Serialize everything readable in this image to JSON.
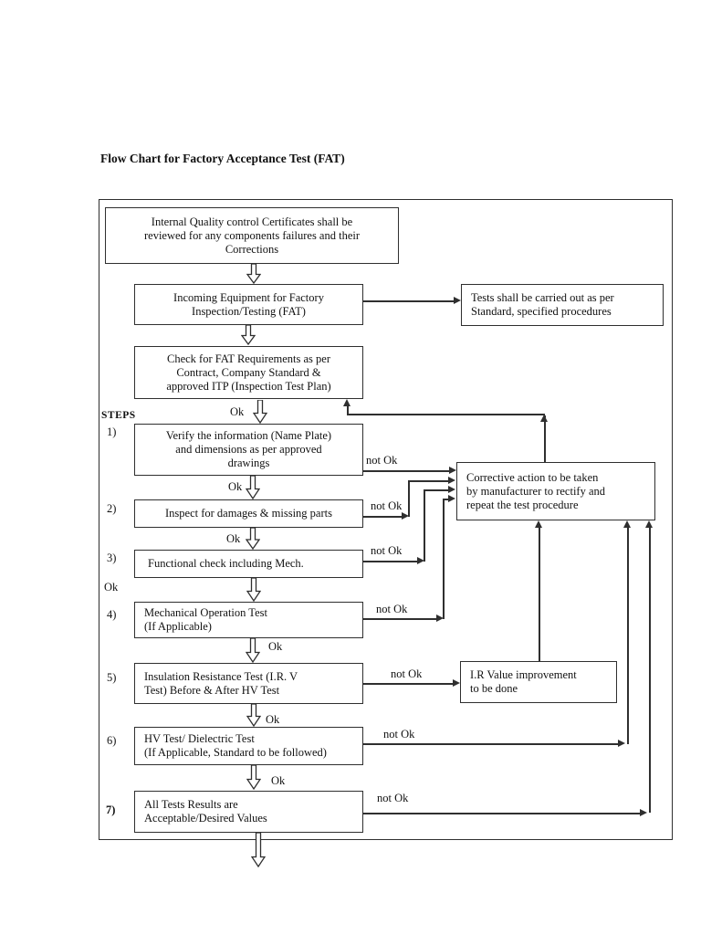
{
  "title": "Flow Chart for Factory Acceptance Test (FAT)",
  "labels": {
    "steps": "STEPS",
    "ok": "Ok",
    "not_ok": "not Ok",
    "step_numbers": [
      "1)",
      "2)",
      "3)",
      "4)",
      "5)",
      "6)",
      "7)"
    ]
  },
  "nodes": {
    "internal_quality": "Internal Quality control Certificates shall be\nreviewed for any components failures and their\nCorrections",
    "incoming_equipment": "Incoming Equipment for Factory\nInspection/Testing (FAT)",
    "tests_standard": "Tests shall be carried out as per\nStandard, specified procedures",
    "check_fat": "Check for FAT Requirements as per\nContract, Company Standard &\napproved ITP (Inspection Test Plan)",
    "step1": "Verify the information (Name Plate)\nand dimensions as per approved\ndrawings",
    "step2": "Inspect for damages & missing parts",
    "step3": "Functional check including Mech.",
    "step4": "Mechanical Operation Test\n(If Applicable)",
    "step5": "Insulation Resistance Test (I.R. V\nTest) Before & After HV Test",
    "step6": "HV Test/ Dielectric Test\n(If Applicable, Standard to be followed)",
    "step7": "All Tests Results are\nAcceptable/Desired Values",
    "corrective_action": "Corrective action to be taken\nby manufacturer to rectify and\nrepeat the test procedure",
    "ir_value": "I.R Value improvement\nto be done"
  },
  "colors": {
    "line": "#2f2f2f",
    "text": "#111111",
    "background": "#ffffff"
  }
}
